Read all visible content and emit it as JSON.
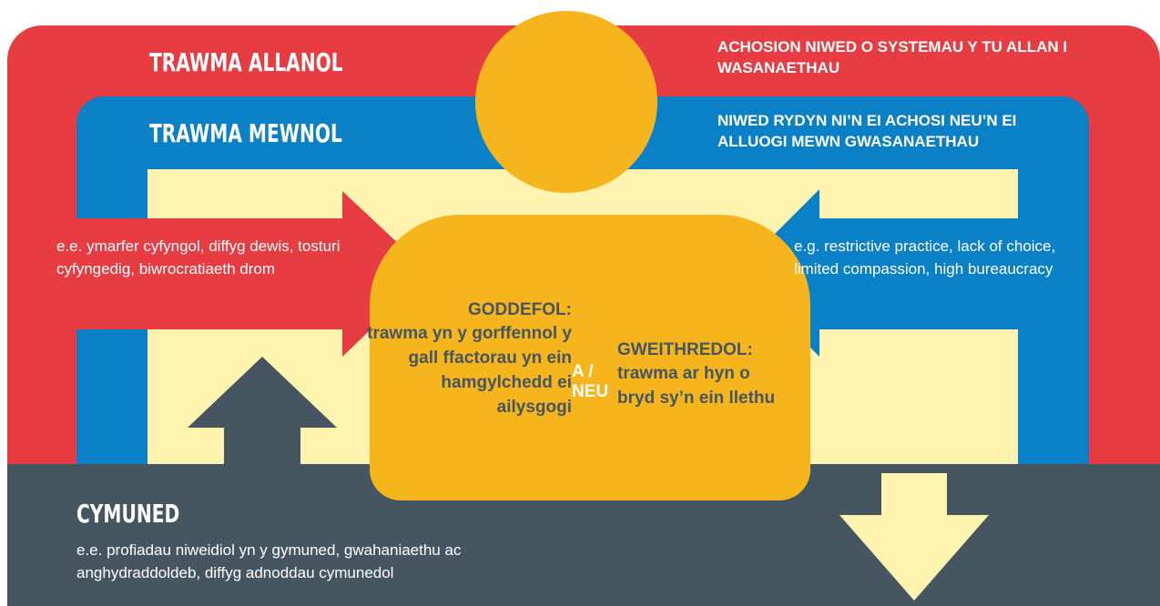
{
  "external": {
    "title": "TRAWMA ALLANOL",
    "note": "ACHOSION NIWED O SYSTEMAU Y TU ALLAN I WASANAETHAU"
  },
  "internal": {
    "title": "TRAWMA MEWNOL",
    "note": "NIWED RYDYN NI’N EI ACHOSI NEU’N EI ALLUOGI MEWN GWASANAETHAU"
  },
  "left_arrow": {
    "text": "e.e. ymarfer cyfyngol, diffyg dewis, tosturi cyfyngedig, biwrocratiaeth drom"
  },
  "right_arrow": {
    "text": "e.g. restrictive practice, lack of choice, limited compassion, high bureaucracy"
  },
  "person": {
    "passive_title": "GODDEFOL:",
    "passive_text": "trawma yn y gorffennol y gall ffactorau yn ein hamgylchedd ei ailysgogi",
    "connector_a": "A /",
    "connector_b": "NEU",
    "active_title": "GWEITHREDOL:",
    "active_text": "trawma ar hyn o bryd sy’n ein llethu"
  },
  "community": {
    "title": "CYMUNED",
    "text": "e.e. profiadau niweidiol yn y gymuned, gwahaniaethu ac anghydraddoldeb, diffyg adnoddau cymunedol"
  },
  "colors": {
    "external_red": "#e73c42",
    "internal_blue": "#0a80c6",
    "core_cream": "#fff3b0",
    "person_yellow": "#f6b51d",
    "community_slate": "#465661"
  }
}
